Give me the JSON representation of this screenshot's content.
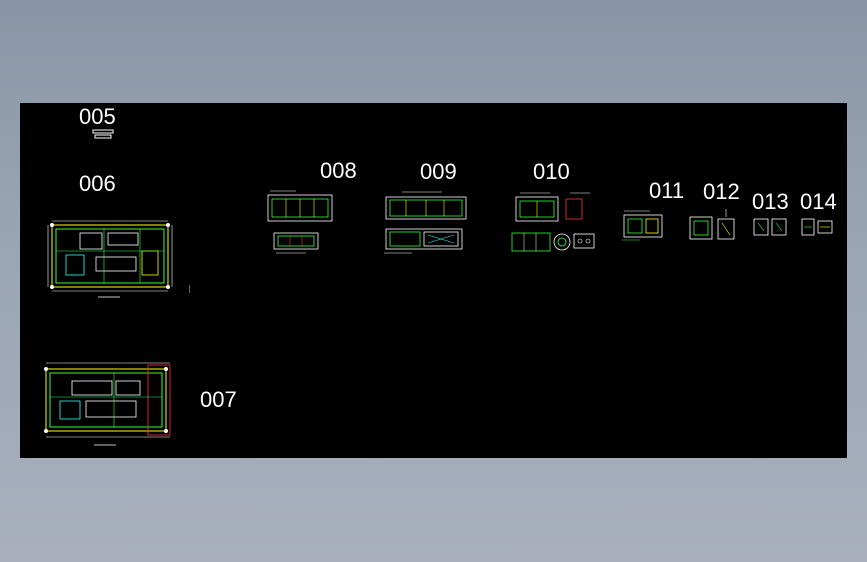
{
  "viewport": {
    "background_color": "#000000",
    "workspace_color": "#9aa5b5"
  },
  "sheets": [
    {
      "id": "005",
      "label": "005"
    },
    {
      "id": "006",
      "label": "006"
    },
    {
      "id": "007",
      "label": "007"
    },
    {
      "id": "008",
      "label": "008"
    },
    {
      "id": "009",
      "label": "009"
    },
    {
      "id": "010",
      "label": "010"
    },
    {
      "id": "011",
      "label": "011"
    },
    {
      "id": "012",
      "label": "012"
    },
    {
      "id": "013",
      "label": "013"
    },
    {
      "id": "014",
      "label": "014"
    }
  ],
  "colors": {
    "line_green": "#33ff33",
    "line_yellow": "#ffff00",
    "line_white": "#ffffff",
    "line_red": "#ff3333",
    "line_cyan": "#33ffff"
  }
}
